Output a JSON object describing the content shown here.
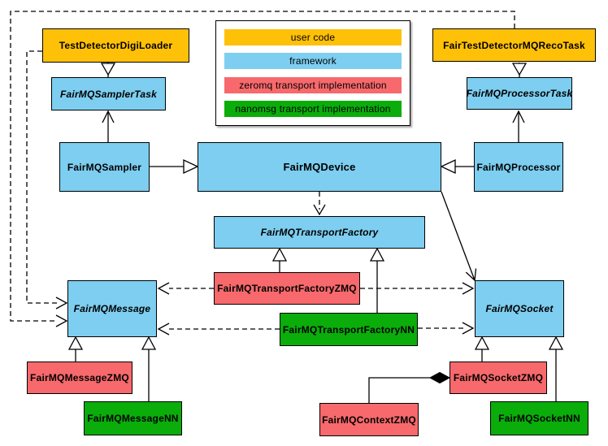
{
  "legend": {
    "items": [
      {
        "label": "user code",
        "color_key": "user_code"
      },
      {
        "label": "framework",
        "color_key": "framework"
      },
      {
        "label": "zeromq transport implementation",
        "color_key": "zeromq"
      },
      {
        "label": "nanomsg transport implementation",
        "color_key": "nanomsg"
      }
    ]
  },
  "colors": {
    "user_code": "#FFC107",
    "framework": "#7DCEF0",
    "zeromq": "#F7696C",
    "nanomsg": "#0AAD0A",
    "line": "#000000",
    "background": "#FFFFFF"
  },
  "nodes": {
    "testDetectorDigiLoader": {
      "label": "TestDetectorDigiLoader",
      "category": "user code",
      "abstract": false
    },
    "fairTestDetectorMQRecoTask": {
      "label": "FairTestDetectorMQRecoTask",
      "category": "user code",
      "abstract": false
    },
    "fairMQSamplerTask": {
      "label": "FairMQSamplerTask",
      "category": "framework",
      "abstract": true
    },
    "fairMQProcessorTask": {
      "label": "FairMQProcessorTask",
      "category": "framework",
      "abstract": true
    },
    "fairMQSampler": {
      "label": "FairMQSampler",
      "category": "framework",
      "abstract": false
    },
    "fairMQDevice": {
      "label": "FairMQDevice",
      "category": "framework",
      "abstract": false
    },
    "fairMQProcessor": {
      "label": "FairMQProcessor",
      "category": "framework",
      "abstract": false
    },
    "fairMQTransportFactory": {
      "label": "FairMQTransportFactory",
      "category": "framework",
      "abstract": true
    },
    "fairMQTransportFactoryZMQ": {
      "label": "FairMQTransportFactoryZMQ",
      "category": "zeromq transport implementation",
      "abstract": false
    },
    "fairMQTransportFactoryNN": {
      "label": "FairMQTransportFactoryNN",
      "category": "nanomsg transport implementation",
      "abstract": false
    },
    "fairMQMessage": {
      "label": "FairMQMessage",
      "category": "framework",
      "abstract": true
    },
    "fairMQSocket": {
      "label": "FairMQSocket",
      "category": "framework",
      "abstract": true
    },
    "fairMQMessageZMQ": {
      "label": "FairMQMessageZMQ",
      "category": "zeromq transport implementation",
      "abstract": false
    },
    "fairMQMessageNN": {
      "label": "FairMQMessageNN",
      "category": "nanomsg transport implementation",
      "abstract": false
    },
    "fairMQSocketZMQ": {
      "label": "FairMQSocketZMQ",
      "category": "zeromq transport implementation",
      "abstract": false
    },
    "fairMQSocketNN": {
      "label": "FairMQSocketNN",
      "category": "nanomsg transport implementation",
      "abstract": false
    },
    "fairMQContextZMQ": {
      "label": "FairMQContextZMQ",
      "category": "zeromq transport implementation",
      "abstract": false
    }
  },
  "edges": [
    {
      "from": "TestDetectorDigiLoader",
      "to": "FairMQSamplerTask",
      "type": "inheritance"
    },
    {
      "from": "FairTestDetectorMQRecoTask",
      "to": "FairMQProcessorTask",
      "type": "inheritance"
    },
    {
      "from": "FairMQSampler",
      "to": "FairMQSamplerTask",
      "type": "association"
    },
    {
      "from": "FairMQProcessor",
      "to": "FairMQProcessorTask",
      "type": "association"
    },
    {
      "from": "FairMQSampler",
      "to": "FairMQDevice",
      "type": "inheritance"
    },
    {
      "from": "FairMQProcessor",
      "to": "FairMQDevice",
      "type": "inheritance"
    },
    {
      "from": "FairMQDevice",
      "to": "FairMQTransportFactory",
      "type": "dashed-dependency"
    },
    {
      "from": "FairMQDevice",
      "to": "FairMQSocket",
      "type": "association"
    },
    {
      "from": "FairMQTransportFactoryZMQ",
      "to": "FairMQTransportFactory",
      "type": "inheritance"
    },
    {
      "from": "FairMQTransportFactoryNN",
      "to": "FairMQTransportFactory",
      "type": "inheritance"
    },
    {
      "from": "FairMQTransportFactoryZMQ",
      "to": "FairMQMessage",
      "type": "dashed-dependency"
    },
    {
      "from": "FairMQTransportFactoryZMQ",
      "to": "FairMQSocket",
      "type": "dashed-dependency"
    },
    {
      "from": "FairMQTransportFactoryNN",
      "to": "FairMQMessage",
      "type": "dashed-dependency"
    },
    {
      "from": "FairMQTransportFactoryNN",
      "to": "FairMQSocket",
      "type": "dashed-dependency"
    },
    {
      "from": "TestDetectorDigiLoader",
      "to": "FairMQMessage",
      "type": "dashed-dependency"
    },
    {
      "from": "FairTestDetectorMQRecoTask",
      "to": "FairMQMessage",
      "type": "dashed-dependency"
    },
    {
      "from": "FairMQMessageZMQ",
      "to": "FairMQMessage",
      "type": "inheritance"
    },
    {
      "from": "FairMQMessageNN",
      "to": "FairMQMessage",
      "type": "inheritance"
    },
    {
      "from": "FairMQSocketZMQ",
      "to": "FairMQSocket",
      "type": "inheritance"
    },
    {
      "from": "FairMQSocketNN",
      "to": "FairMQSocket",
      "type": "inheritance"
    },
    {
      "from": "FairMQContextZMQ",
      "to": "FairMQSocketZMQ",
      "type": "composition"
    }
  ]
}
